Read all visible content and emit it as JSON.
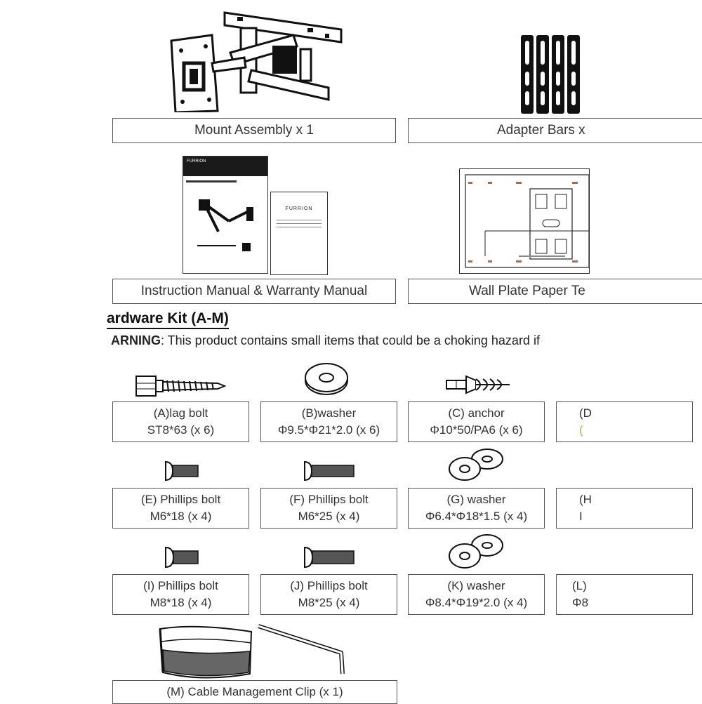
{
  "items": {
    "mount_assembly": "Mount Assembly x 1",
    "adapter_bars": "Adapter Bars x",
    "manual": "Instruction Manual & Warranty Manual",
    "wall_plate": "Wall Plate Paper Te"
  },
  "manual_cover": {
    "brand": "FURRION",
    "brand_back": "FURRION"
  },
  "hardware": {
    "title": "Hardware Kit (A-M)",
    "title_visible": "ardware Kit (A-M)",
    "warning_label": "WARNING",
    "warning_visible_label": "ARNING",
    "warning_text": ": This product contains small items that could be a choking hazard if"
  },
  "parts": [
    {
      "name": "(A)lag bolt",
      "spec": "ST8*63 (x 6)"
    },
    {
      "name": "(B)washer",
      "spec": "Φ9.5*Φ21*2.0 (x 6)"
    },
    {
      "name": "(C) anchor",
      "spec": "Φ10*50/PA6 (x 6)"
    },
    {
      "name": "(D",
      "spec": "("
    },
    {
      "name": "(E) Phillips bolt",
      "spec": "M6*18 (x 4)"
    },
    {
      "name": "(F) Phillips bolt",
      "spec": "M6*25 (x 4)"
    },
    {
      "name": "(G) washer",
      "spec": "Φ6.4*Φ18*1.5 (x 4)"
    },
    {
      "name": "(H",
      "spec": "I"
    },
    {
      "name": "(I) Phillips bolt",
      "spec": "M8*18 (x 4)"
    },
    {
      "name": "(J) Phillips bolt",
      "spec": "M8*25 (x 4)"
    },
    {
      "name": "(K) washer",
      "spec": "Φ8.4*Φ19*2.0 (x 4)"
    },
    {
      "name": "(L)",
      "spec": "Φ8"
    },
    {
      "name": "(M) Cable Management Clip (x 1)",
      "spec": ""
    }
  ],
  "colors": {
    "border": "#555555",
    "ink": "#222222",
    "orange_accent": "#d4a23c"
  }
}
